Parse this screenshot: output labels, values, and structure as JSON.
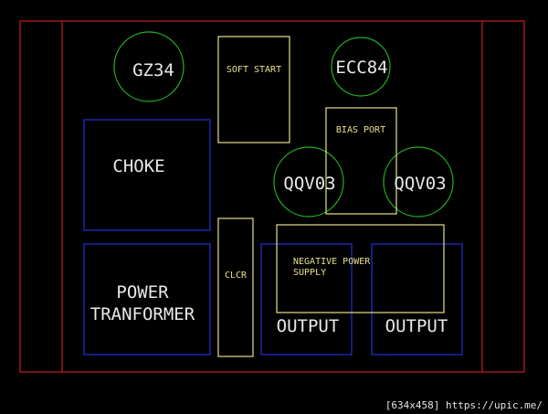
{
  "colors": {
    "background": "#000000",
    "red": "#c81e1e",
    "green": "#22b422",
    "blue": "#1b2bb8",
    "yellow": "#e6e08a",
    "green_text": "#d8d8b8",
    "label_white": "#e9e9e9"
  },
  "labels": {
    "gz34": "GZ34",
    "soft_start": "SOFT START",
    "ecc84": "ECC84",
    "bias_port": "BIAS PORT",
    "choke": "CHOKE",
    "qqv03_left": "QQV03",
    "qqv03_right": "QQV03",
    "negative_power_line1": "NEGATIVE POWER",
    "negative_power_line2": "SUPPLY",
    "clcr": "CLCR",
    "power": "POWER",
    "tranformer": "TRANFORMER",
    "output_left": "OUTPUT",
    "output_right": "OUTPUT"
  },
  "footer": {
    "text": "[634x458] https://upic.me/"
  }
}
